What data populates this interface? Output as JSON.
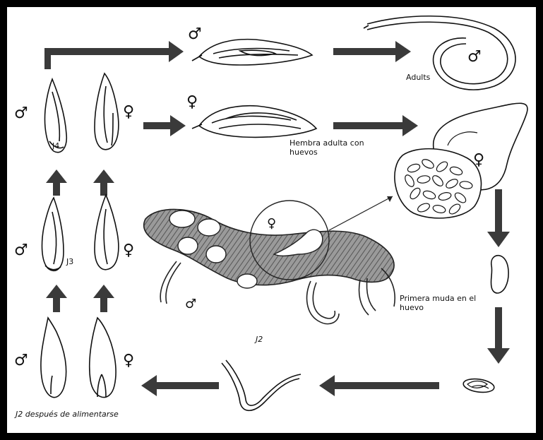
{
  "symbols": {
    "male": "♂",
    "female": "♀"
  },
  "labels": {
    "adults": "Adults",
    "female_adult_with_eggs": "Hembra adulta con huevos",
    "first_molt_in_egg": "Primera muda en el huevo",
    "j2": "J2",
    "j2_after_feeding": "J2 después de alimentarse",
    "j3": "J3",
    "j4": "J4"
  },
  "colors": {
    "background": "#000000",
    "panel": "#ffffff",
    "ink": "#111111",
    "arrow": "#3a3a3a",
    "root": "#8a8a8a"
  }
}
